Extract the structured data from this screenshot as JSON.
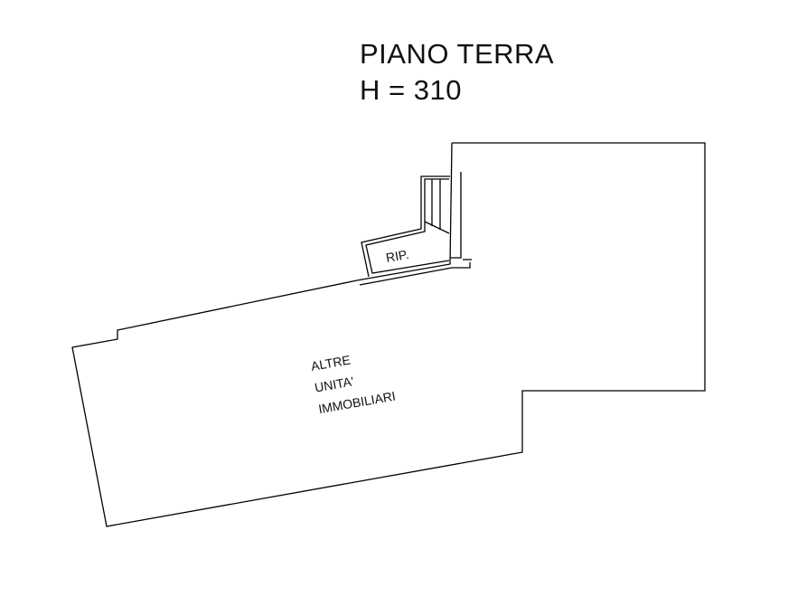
{
  "header": {
    "floor_name": "PIANO TERRA",
    "height_label": "H = 310"
  },
  "rooms": {
    "storage": {
      "label": "RIP."
    },
    "other_units": {
      "lines": [
        "ALTRE",
        "UNITA'",
        "IMMOBILIARI"
      ]
    }
  },
  "colors": {
    "line": "#000000",
    "background": "#ffffff"
  }
}
